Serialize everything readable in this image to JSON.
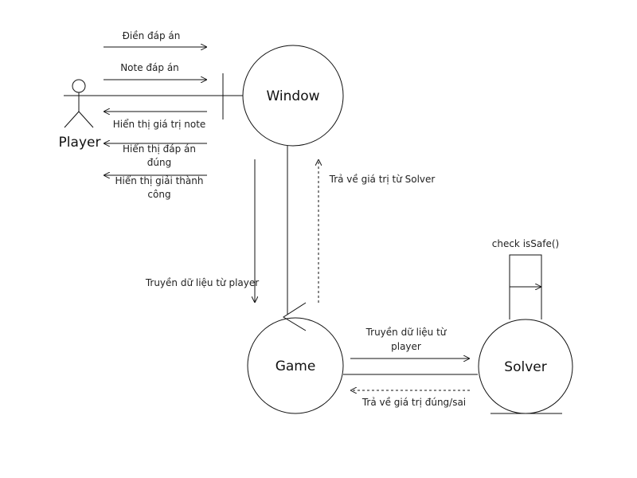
{
  "actors": {
    "player": "Player"
  },
  "nodes": {
    "window": "Window",
    "game": "Game",
    "solver": "Solver"
  },
  "messages": {
    "fill_answer": "Điền đáp án",
    "note_answer": "Note đáp án",
    "show_note": "Hiển thị giá trị note",
    "show_correct_line1": "Hiển thị đáp án",
    "show_correct_line2": "đúng",
    "show_solved_line1": "Hiển thị giải thành",
    "show_solved_line2": "công",
    "pass_player_data": "Truyền dữ liệu từ player",
    "return_solver_value": "Trả về giá trị từ Solver",
    "pass_to_solver_line1": "Truyền dữ liệu từ",
    "pass_to_solver_line2": "player",
    "return_true_false": "Trả về giá trị đúng/sai",
    "check_is_safe": "check isSafe()"
  }
}
